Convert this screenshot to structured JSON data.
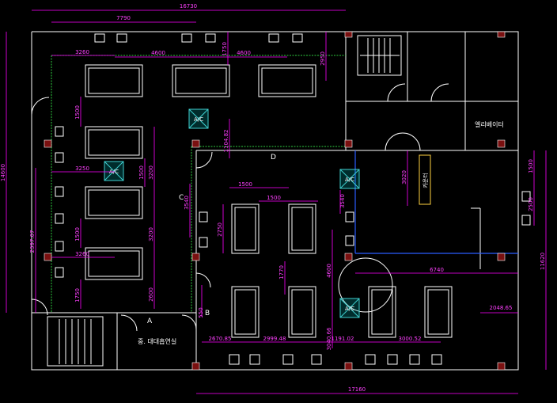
{
  "dimensions": {
    "top_overall": "16730",
    "top_inner": "7790",
    "upper_row_gap_left": "3260",
    "upper_row_gap_mid": "4600",
    "upper_row_gap_right": "4600",
    "small_1750": "1750",
    "right_2950": "2950",
    "left_vertical_overall": "14600",
    "left_3250": "3250",
    "left_3260": "3260",
    "v_1500": "1500",
    "v_1500_b": "1500",
    "v_1500_c": "1500",
    "v_3200_a": "3200",
    "v_3200_b": "3200",
    "v_2600": "2600",
    "v_1750": "1750",
    "v_2397": "2397.07",
    "v_1104": "1104.82",
    "v_3540_a": "3540",
    "v_3540_b": "3540",
    "mid_1500_a": "1500",
    "mid_1500_b": "1500",
    "v_2750": "2750",
    "v_1770": "1770",
    "v_4600": "4600",
    "v_3020": "3020",
    "v_3040": "3040.66",
    "v_550": "550",
    "right_1500": "1500",
    "right_2500": "2500",
    "right_11620": "11620",
    "h_6740": "6740",
    "h_2048": "2048.65",
    "bottom_2670": "2670.85",
    "bottom_2999": "2999.48",
    "bottom_1191": "1191.02",
    "bottom_3000": "3000.52",
    "bottom_overall": "17160"
  },
  "labels": {
    "area_a": "A",
    "area_b": "B",
    "area_c": "C",
    "area_d": "D",
    "elevator": "엘리베이터",
    "counter": "카운터",
    "room": "중. 대대흡연실"
  },
  "ac_units": [
    "A/C",
    "A/C",
    "A/C",
    "A/C"
  ]
}
